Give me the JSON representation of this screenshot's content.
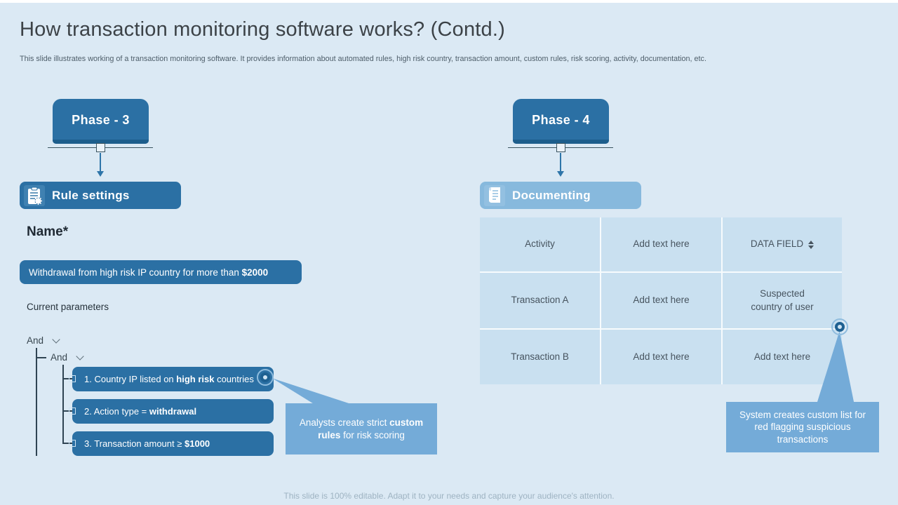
{
  "slide": {
    "title": "How transaction monitoring software works? (Contd.)",
    "subtitle": "This slide illustrates working of a transaction monitoring software. It provides information about automated rules, high risk country, transaction amount, custom rules, risk scoring, activity,  documentation, etc.",
    "footer": "This slide is 100% editable. Adapt it to your needs and capture your audience's attention."
  },
  "phase3": {
    "label": "Phase - 3",
    "section_label": "Rule settings"
  },
  "phase4": {
    "label": "Phase - 4",
    "section_label": "Documenting"
  },
  "rule_form": {
    "name_label": "Name*",
    "rule_text_prefix": "Withdrawal from high risk IP country for more than ",
    "rule_amount": "$2000",
    "current_parameters_label": "Current parameters",
    "operator_root": "And",
    "operator_child": "And",
    "conditions": [
      {
        "prefix": "1. Country IP listed on ",
        "bold": "high risk",
        "suffix": " countries"
      },
      {
        "prefix": "2. Action type = ",
        "bold": "withdrawal",
        "suffix": ""
      },
      {
        "prefix": "3. Transaction  amount ≥ ",
        "bold": "$1000",
        "suffix": ""
      }
    ]
  },
  "callouts": {
    "left": {
      "prefix": "Analysts create strict ",
      "bold": "custom rules",
      "suffix": " for risk scoring"
    },
    "right": {
      "text": "System creates custom list for red flagging suspicious transactions"
    }
  },
  "table": {
    "rows": [
      [
        "Activity",
        "Add text here",
        "DATA FIELD"
      ],
      [
        "Transaction  A",
        "Add text here",
        "Suspected country of user"
      ],
      [
        "Transaction  B",
        "Add text here",
        "Add text here"
      ]
    ]
  },
  "colors": {
    "background": "#dbe9f4",
    "dark_blue": "#2b70a4",
    "dark_blue_edge": "#1d5e8c",
    "light_blue_bar": "#87b9dd",
    "callout_blue": "#74abd8",
    "table_cell_blue": "#c9e0f0"
  }
}
